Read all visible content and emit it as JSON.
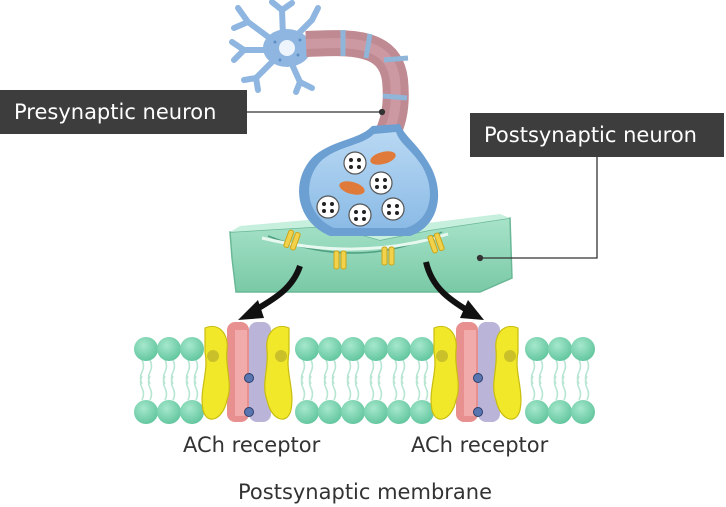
{
  "labels": {
    "presynaptic": "Presynaptic neuron",
    "postsynaptic": "Postsynaptic neuron",
    "receptor_left": "ACh receptor",
    "receptor_right": "ACh receptor",
    "membrane": "Postsynaptic membrane"
  },
  "colors": {
    "label_box": "#3d3d3d",
    "axon": "#c08a93",
    "myelin_band": "#8fb6d8",
    "neuron_body": "#8fb6e0",
    "terminal_fill": "#a9cdef",
    "muscle": "#8fd6b8",
    "membrane_heads": "#7ed3b0",
    "receptor_yellow": "#f2e82a",
    "receptor_red": "#e8908f",
    "receptor_purple": "#b9b4d8"
  }
}
